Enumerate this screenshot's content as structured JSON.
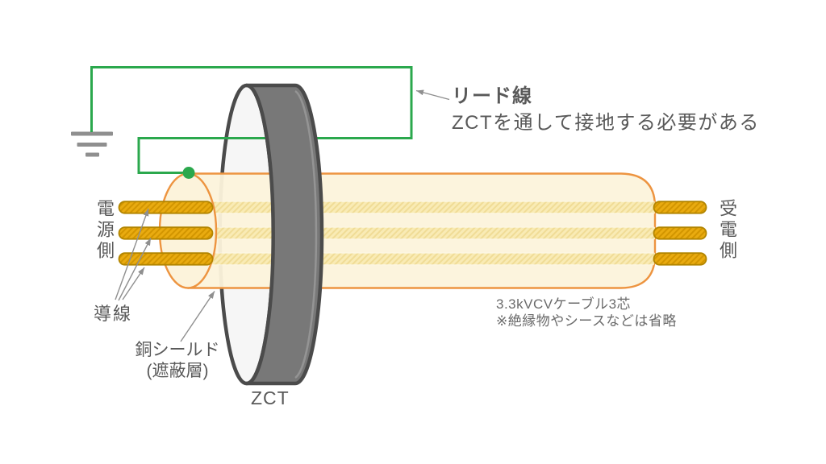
{
  "title": "ZCT grounding diagram",
  "labels": {
    "lead_title": "リード線",
    "lead_desc": "ZCTを通して接地する必要がある",
    "source_side": "電源側",
    "receive_side": "受電側",
    "conductor": "導線",
    "shield_line1": "銅シールド",
    "shield_line2": "(遮蔽層)",
    "zct": "ZCT",
    "cable_note_line1": "3.3kVCVケーブル3芯",
    "cable_note_line2": "※絶縁物やシースなどは省略"
  },
  "colors": {
    "background": "#ffffff",
    "text": "#595959",
    "note_text": "#6b6b6b",
    "wire_green": "#2BA84D",
    "cable_outline_orange": "#ED9440",
    "cable_fill": "#FCF3DB",
    "conductor_gold": "#E9AB10",
    "conductor_hatch": "#D29500",
    "conductor_border": "#B28500",
    "stripe_fill": "#F9EBB5",
    "stripe_hatch": "#F0DC96",
    "zct_body": "#787878",
    "zct_face": "#F6F6F6",
    "zct_outline": "#4B4B4B",
    "ground_gray": "#8F8F8F",
    "leader_gray": "#8F8F8F"
  }
}
